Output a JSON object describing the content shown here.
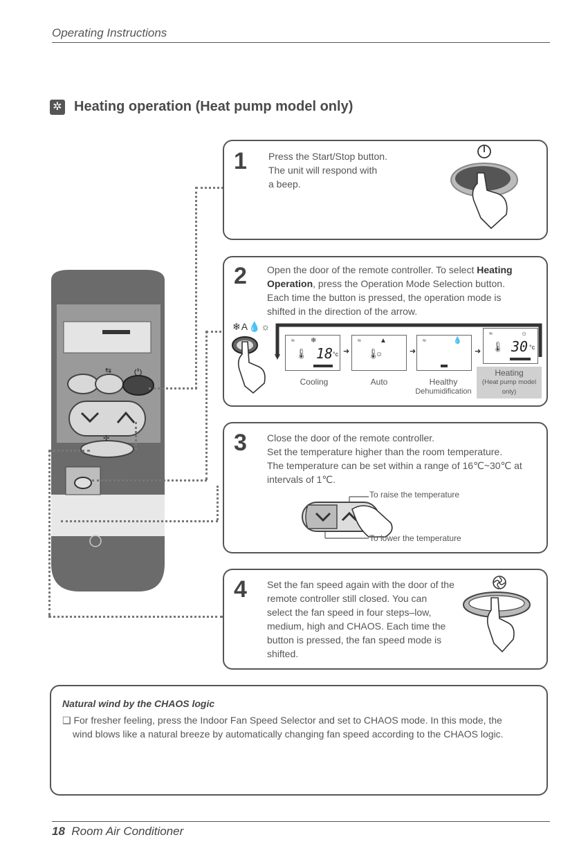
{
  "header": {
    "title": "Operating Instructions"
  },
  "section": {
    "icon": "sun-icon",
    "title": "Heating operation (Heat pump model only)"
  },
  "steps": [
    {
      "num": "1",
      "lines": [
        "Press the Start/Stop button.",
        "The unit will respond with",
        "a beep."
      ]
    },
    {
      "num": "2",
      "line1_pre": "Open the door of the remote controller. To select ",
      "line1_bold": "Heating",
      "line2_bold": "Operation",
      "line2_post": ", press the Operation Mode Selection button.",
      "line3": "Each time the button is pressed, the operation mode is",
      "line4": "shifted in the direction of the arrow.",
      "mode_symbols": "❄A💧☼",
      "modes": [
        {
          "label": "Cooling",
          "display": "18",
          "unit": "°c"
        },
        {
          "label": "Auto",
          "display": "",
          "unit": ""
        },
        {
          "label": "Healthy",
          "label2": "Dehumidification",
          "display": "",
          "unit": ""
        },
        {
          "label": "Heating",
          "label2": "(Heat pump model only)",
          "display": "30",
          "unit": "°c"
        }
      ]
    },
    {
      "num": "3",
      "lines": [
        "Close the door of the remote controller.",
        "Set the temperature higher than the room temperature.",
        "The temperature can be set within a range of 16℃~30℃ at",
        "intervals of 1℃."
      ],
      "raise_label": "To raise the temperature",
      "lower_label": "To lower the temperature"
    },
    {
      "num": "4",
      "lines": [
        "Set the fan speed again with the door of the",
        "remote controller still closed. You can",
        "select the fan speed in four steps–low,",
        "medium, high and CHAOS. Each time the",
        "button is pressed, the fan speed mode is",
        "shifted."
      ]
    }
  ],
  "note": {
    "title": "Natural wind by the CHAOS logic",
    "bullet": "❑",
    "line1": "For fresher feeling, press the Indoor Fan Speed Selector and set to CHAOS mode. In this mode, the",
    "line2": "wind blows like a natural breeze by automatically changing fan speed according to the CHAOS logic."
  },
  "footer": {
    "page": "18",
    "title": "Room Air Conditioner"
  },
  "colors": {
    "text": "#444444",
    "remote_body": "#6b6b6b",
    "remote_screen": "#e4e4e4",
    "highlight": "#d0d0d0"
  }
}
